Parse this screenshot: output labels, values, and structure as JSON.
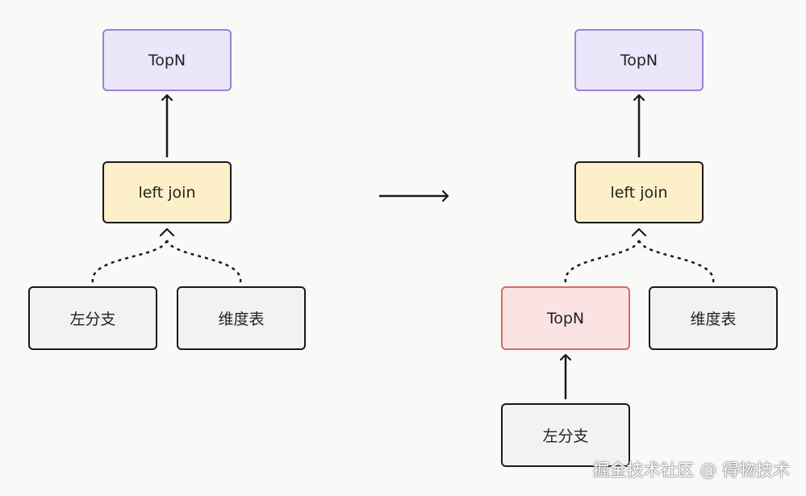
{
  "left_diagram": {
    "topn_label": "TopN",
    "join_label": "left join",
    "left_branch_label": "左分支",
    "dim_table_label": "维度表"
  },
  "right_diagram": {
    "topn_label": "TopN",
    "join_label": "left join",
    "pushed_topn_label": "TopN",
    "dim_table_label": "维度表",
    "left_branch_label": "左分支"
  },
  "watermark": "掘金技术社区 @ 得物技术",
  "colors": {
    "topn_fill": "#ece6fb",
    "topn_border": "#9b82cc",
    "join_fill": "#fdf0c8",
    "gray_fill": "#f2f2f2",
    "pushed_topn_fill": "#fbe3e3",
    "pushed_topn_border": "#d46a6a",
    "stroke": "#1a1a1a"
  }
}
